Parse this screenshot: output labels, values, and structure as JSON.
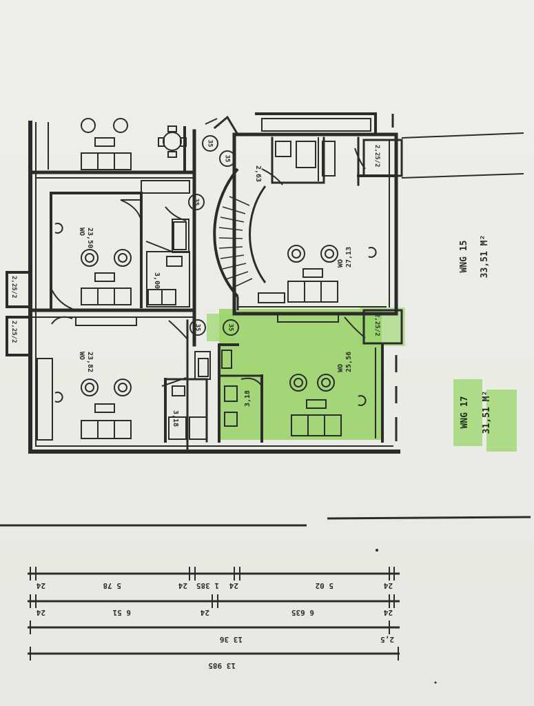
{
  "units": {
    "wng15": {
      "name": "WNG 15",
      "area": "33,51 M²"
    },
    "wng17": {
      "name": "WNG 17",
      "area": "31,51 M²"
    }
  },
  "rooms": {
    "room_tl_bottom": {
      "name": "WO",
      "area": "23,50"
    },
    "room_tl_bath": {
      "name": "",
      "area": "3,00"
    },
    "room_bl": {
      "name": "WO",
      "area": "23,82"
    },
    "room_bl_bath": {
      "name": "",
      "area": "3,18"
    },
    "room_tr": {
      "name": "WO",
      "area": "27,13"
    },
    "room_tr_entry": {
      "name": "",
      "area": "2,63"
    },
    "room_br": {
      "name": "WO",
      "area": "25,56"
    },
    "room_br_bath": {
      "name": "",
      "area": "3,18"
    }
  },
  "balconies": {
    "left_top": "2,25/2",
    "left_bottom": "2,25/2",
    "right_top": "2,25/2",
    "right_bottom": "2,25/2"
  },
  "doors": [
    "35",
    "35",
    "35",
    "35",
    "35"
  ],
  "dimensions": {
    "row1": [
      "24",
      "5 78",
      "24",
      "1 385",
      "24",
      "5 02",
      "24"
    ],
    "row2": [
      "24",
      "6 51",
      "24",
      "6 635",
      "24"
    ],
    "row3": [
      "13 36",
      "2,5"
    ],
    "row4": [
      "13 985"
    ]
  },
  "colors": {
    "paper": "#eceee8",
    "ink": "#2b2b2b",
    "highlight": "#8fcf5a"
  }
}
